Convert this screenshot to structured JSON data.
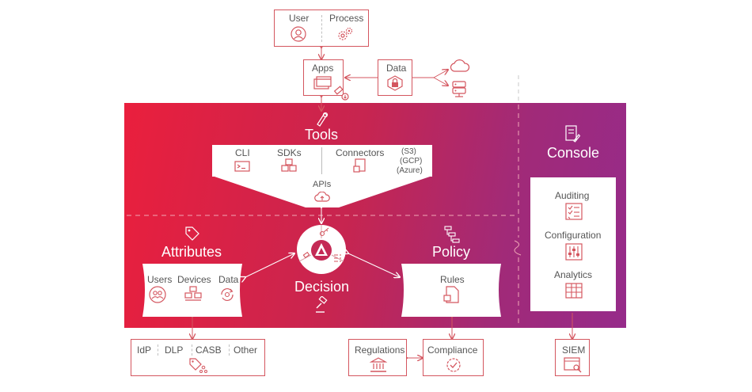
{
  "top": {
    "user_label": "User",
    "process_label": "Process",
    "apps_label": "Apps",
    "data_label": "Data"
  },
  "tools": {
    "title": "Tools",
    "cli_label": "CLI",
    "sdks_label": "SDKs",
    "connectors_label": "Connectors",
    "s3_label": "(S3)",
    "gcp_label": "(GCP)",
    "azure_label": "(Azure)",
    "apis_label": "APIs"
  },
  "attributes": {
    "title": "Attributes",
    "users_label": "Users",
    "devices_label": "Devices",
    "data_label": "Data"
  },
  "decision": {
    "title": "Decision"
  },
  "policy": {
    "title": "Policy",
    "rules_label": "Rules"
  },
  "console": {
    "title": "Console",
    "auditing_label": "Auditing",
    "configuration_label": "Configuration",
    "analytics_label": "Analytics"
  },
  "bottom": {
    "idp_label": "IdP",
    "dlp_label": "DLP",
    "casb_label": "CASB",
    "other_label": "Other",
    "regulations_label": "Regulations",
    "compliance_label": "Compliance",
    "siem_label": "SIEM"
  },
  "colors": {
    "accent": "#d4565f",
    "panel_left": "#ea1f3d",
    "panel_right": "#962b8a",
    "text": "#555555"
  }
}
